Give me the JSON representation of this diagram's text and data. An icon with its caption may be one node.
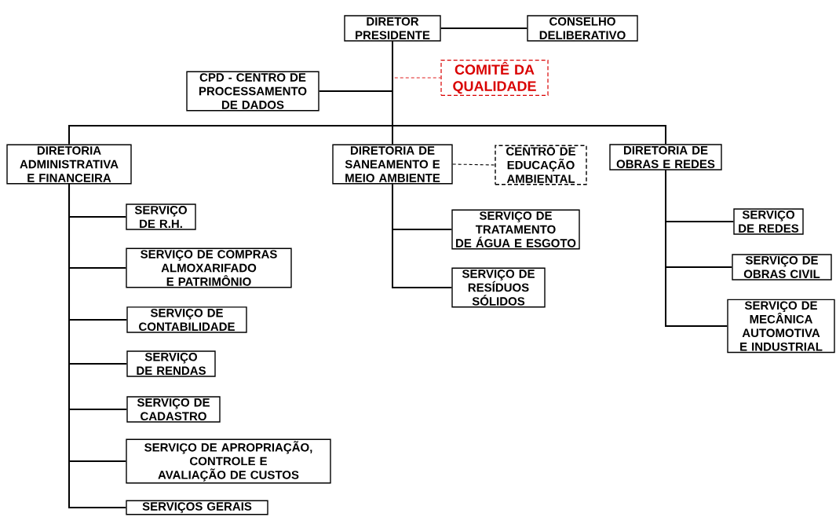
{
  "diagram": {
    "nodes": [
      {
        "text": [
          "DIRETOR PRESIDENTE"
        ]
      },
      {
        "text": [
          "CONSELHO DELIBERATIVO"
        ]
      },
      {
        "text": [
          "CPD - CENTRO DE PROCESSAMENTO DE DADOS"
        ]
      },
      {
        "text": [
          "COMITÊ DA QUALIDADE"
        ]
      },
      {
        "text": [
          "DIRETORIA ADMINISTRATIVA E FINANCEIRA"
        ]
      },
      {
        "text": [
          "DIRETORIA DE SANEAMENTO E MEIO AMBIENTE"
        ]
      },
      {
        "text": [
          "CENTRO DE EDUCAÇÃO AMBIENTAL"
        ]
      },
      {
        "text": [
          "DIRETORIA DE OBRAS E REDES"
        ]
      },
      {
        "text": [
          "SERVIÇO DE R.H."
        ]
      },
      {
        "text": [
          "SERVIÇO DE COMPRAS ALMOXARIFADO E PATRIMÔNIO"
        ]
      },
      {
        "text": [
          "SERVIÇO DE CONTABILIDADE"
        ]
      },
      {
        "text": [
          "SERVIÇO DE RENDAS"
        ]
      },
      {
        "text": [
          "SERVIÇO DE CADASTRO"
        ]
      },
      {
        "text": [
          "SERVIÇO DE APROPRIAÇÃO, CONTROLE E AVALIAÇÃO DE CUSTOS"
        ]
      },
      {
        "text": [
          "SERVIÇOS GERAIS"
        ]
      },
      {
        "text": [
          "SERVIÇO DE TRATAMENTO DE ÁGUA E ESGOTO"
        ]
      },
      {
        "text": [
          "SERVIÇO DE RESÍDUOS SÓLIDOS"
        ]
      },
      {
        "text": [
          "SERVIÇO DE REDES"
        ]
      },
      {
        "text": [
          "SERVIÇO DE OBRAS CIVIL"
        ]
      },
      {
        "text": [
          "SERVIÇO DE MECÂNICA AUTOMOTIVA E INDUSTRIAL"
        ]
      }
    ],
    "edges": [
      {
        "from": 0,
        "to": 1,
        "arrow": "none"
      },
      {
        "from": 0,
        "to": 2,
        "arrow": "none"
      },
      {
        "from": 0,
        "to": 3,
        "arrow": "none",
        "style": "dashed",
        "color": "#e02020"
      },
      {
        "from": 0,
        "to": 4,
        "arrow": "none"
      },
      {
        "from": 0,
        "to": 5,
        "arrow": "none"
      },
      {
        "from": 0,
        "to": 7,
        "arrow": "none"
      },
      {
        "from": 5,
        "to": 6,
        "arrow": "none",
        "style": "dashed"
      },
      {
        "from": 4,
        "to": 8,
        "arrow": "none"
      },
      {
        "from": 4,
        "to": 9,
        "arrow": "none"
      },
      {
        "from": 4,
        "to": 10,
        "arrow": "none"
      },
      {
        "from": 4,
        "to": 11,
        "arrow": "none"
      },
      {
        "from": 4,
        "to": 12,
        "arrow": "none"
      },
      {
        "from": 4,
        "to": 13,
        "arrow": "none"
      },
      {
        "from": 4,
        "to": 14,
        "arrow": "none"
      },
      {
        "from": 5,
        "to": 15,
        "arrow": "none"
      },
      {
        "from": 5,
        "to": 16,
        "arrow": "none"
      },
      {
        "from": 7,
        "to": 17,
        "arrow": "none"
      },
      {
        "from": 7,
        "to": 18,
        "arrow": "none"
      },
      {
        "from": 7,
        "to": 19,
        "arrow": "none"
      }
    ]
  }
}
